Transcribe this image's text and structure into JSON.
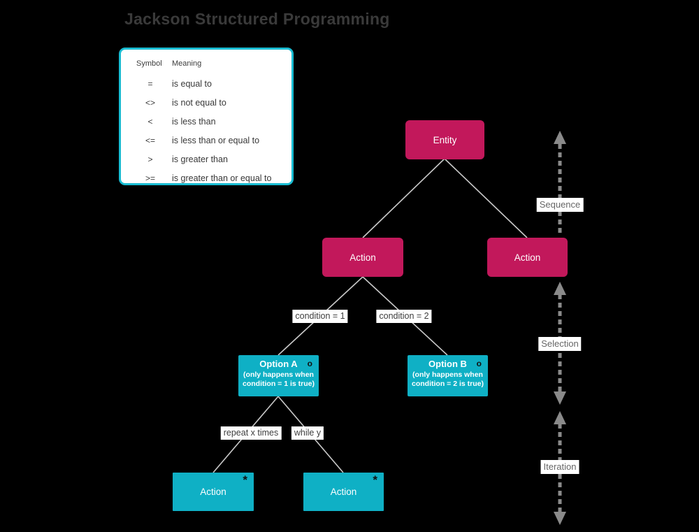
{
  "title": "Jackson Structured Programming",
  "colors": {
    "background": "#000000",
    "node_crimson": "#c2185b",
    "node_cyan": "#0fb0c5",
    "legend_border": "#19bcd2",
    "tree_line": "#c9c9c9",
    "arrow_gray": "#8a8a8a",
    "title_text": "#3a3a3a"
  },
  "legend": {
    "headers": {
      "symbol": "Symbol",
      "meaning": "Meaning"
    },
    "rows": [
      {
        "symbol": "=",
        "meaning": "is equal to"
      },
      {
        "symbol": "<>",
        "meaning": "is not equal to"
      },
      {
        "symbol": "<",
        "meaning": "is less than"
      },
      {
        "symbol": "<=",
        "meaning": "is less than or equal to"
      },
      {
        "symbol": ">",
        "meaning": "is greater than"
      },
      {
        "symbol": ">=",
        "meaning": "is greater than or equal to"
      }
    ]
  },
  "nodes": {
    "entity": {
      "label": "Entity"
    },
    "action_left": {
      "label": "Action"
    },
    "action_right": {
      "label": "Action"
    },
    "option_a": {
      "title": "Option A",
      "marker": "o",
      "subtitle": "(only happens when condition = 1 is true)"
    },
    "option_b": {
      "title": "Option B",
      "marker": "o",
      "subtitle": "(only happens when condition = 2 is true)"
    },
    "action_iter_left": {
      "label": "Action",
      "marker": "*"
    },
    "action_iter_right": {
      "label": "Action",
      "marker": "*"
    }
  },
  "edge_labels": {
    "condition1": "condition = 1",
    "condition2": "condition = 2",
    "repeat": "repeat x times",
    "while_y": "while y"
  },
  "annotations": {
    "sequence": "Sequence",
    "selection": "Selection",
    "iteration": "Iteration"
  }
}
